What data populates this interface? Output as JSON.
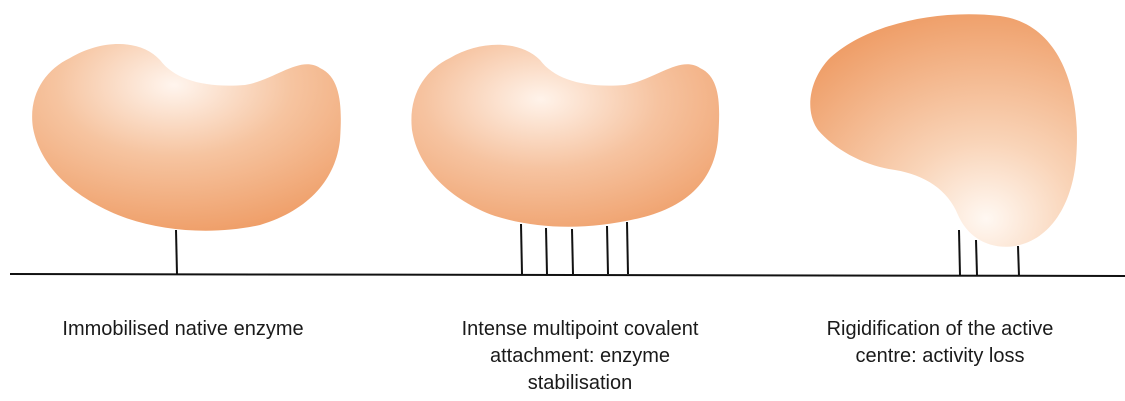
{
  "captions": {
    "native": {
      "line1": "Immobilised native enzyme"
    },
    "multipoint": {
      "line1": "Intense multipoint covalent",
      "line2": "attachment: enzyme",
      "line3": "stabilisation"
    },
    "rigid": {
      "line1": "Rigidification of the active",
      "line2": "centre: activity loss"
    }
  },
  "colors": {
    "enzyme_dark": "#ee9a62",
    "enzyme_mid": "#f4b78c",
    "enzyme_light": "#fde8d8",
    "line": "#111111"
  },
  "attachments": {
    "native": 1,
    "multipoint": 5,
    "rigid": 3
  }
}
